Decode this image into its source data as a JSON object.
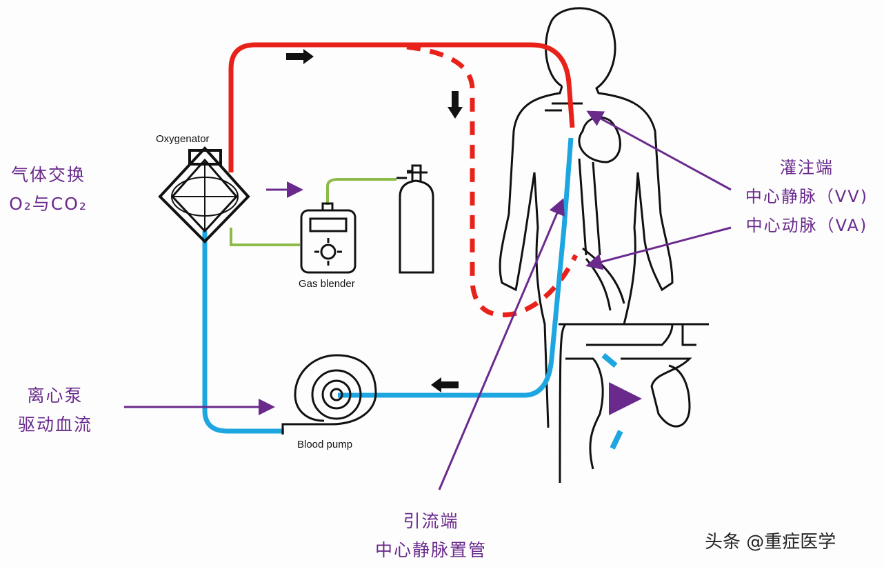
{
  "labels": {
    "oxygenator": "Oxygenator",
    "gas_blender": "Gas blender",
    "blood_pump": "Blood pump",
    "gas_exchange_line1": "气体交换",
    "gas_exchange_line2": "O₂与CO₂",
    "pump_line1": "离心泵",
    "pump_line2": "驱动血流",
    "perfusion_title": "灌注端",
    "perfusion_vv": "中心静脉（VV)",
    "perfusion_va": "中心动脉（VA)",
    "drainage_title": "引流端",
    "drainage_detail": "中心静脉置管"
  },
  "watermark": "头条 @重症医学",
  "colors": {
    "arterial": "#e8221b",
    "venous": "#1ea6e0",
    "gas": "#8dbb4a",
    "annotation": "#6a2a8c",
    "outline": "#111111"
  }
}
